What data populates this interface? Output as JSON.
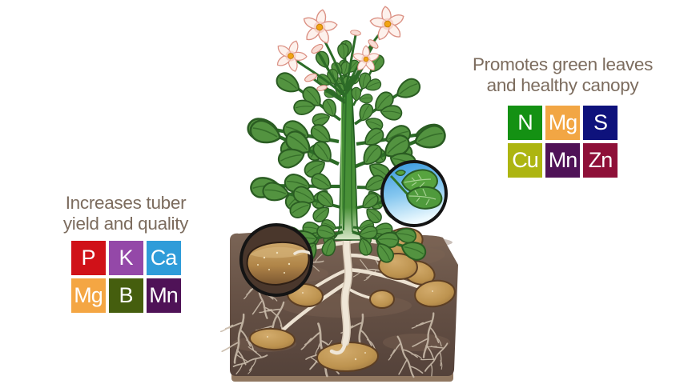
{
  "background_color": "#ffffff",
  "heading_color": "#7c6c5e",
  "left_panel": {
    "heading": [
      "Increases tuber",
      "yield and quality"
    ],
    "badges": [
      {
        "label": "P",
        "color": "#d01118"
      },
      {
        "label": "K",
        "color": "#9448a8"
      },
      {
        "label": "Ca",
        "color": "#2f9cd9"
      },
      {
        "label": "Mg",
        "color": "#f4a643"
      },
      {
        "label": "B",
        "color": "#455e0e"
      },
      {
        "label": "Mn",
        "color": "#4f1257"
      }
    ]
  },
  "right_panel": {
    "heading": [
      "Promotes green leaves",
      "and healthy canopy"
    ],
    "badges": [
      {
        "label": "N",
        "color": "#149113"
      },
      {
        "label": "Mg",
        "color": "#f2a644"
      },
      {
        "label": "S",
        "color": "#0e127c"
      },
      {
        "label": "Cu",
        "color": "#adb511"
      },
      {
        "label": "Mn",
        "color": "#4f1257"
      },
      {
        "label": "Zn",
        "color": "#8e1038"
      }
    ]
  }
}
